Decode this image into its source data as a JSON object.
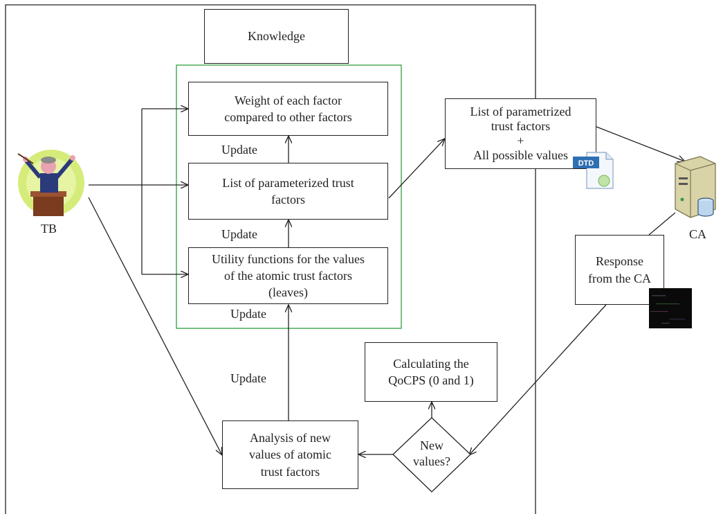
{
  "diagram": {
    "knowledge": "Knowledge",
    "weight_box": "Weight of each factor\ncompared to other factors",
    "list_box": "List of parameterized trust\nfactors",
    "utility_box": "Utility functions for the values\nof the atomic trust factors\n(leaves)",
    "analysis_box": "Analysis of new\nvalues of atomic\ntrust factors",
    "calc_box": "Calculating the\nQoCPS (0 and 1)",
    "decision": "New\nvalues?",
    "output_box": "List of parametrized\ntrust factors\n+\nAll possible values",
    "response_box": "Response\nfrom the CA",
    "update_labels": [
      "Update",
      "Update",
      "Update",
      "Update"
    ],
    "tb_label": "TB",
    "ca_label": "CA",
    "dtd_badge": "DTD"
  },
  "colors": {
    "line": "#231f20",
    "knowledge_frame": "#2e9e3e",
    "server_body": "#d9d3a8",
    "dtd_blue": "#2f6fb3"
  },
  "icons": [
    "tb-figure-icon",
    "dtd-file-icon",
    "ca-server-icon",
    "noise-thumbnail"
  ]
}
